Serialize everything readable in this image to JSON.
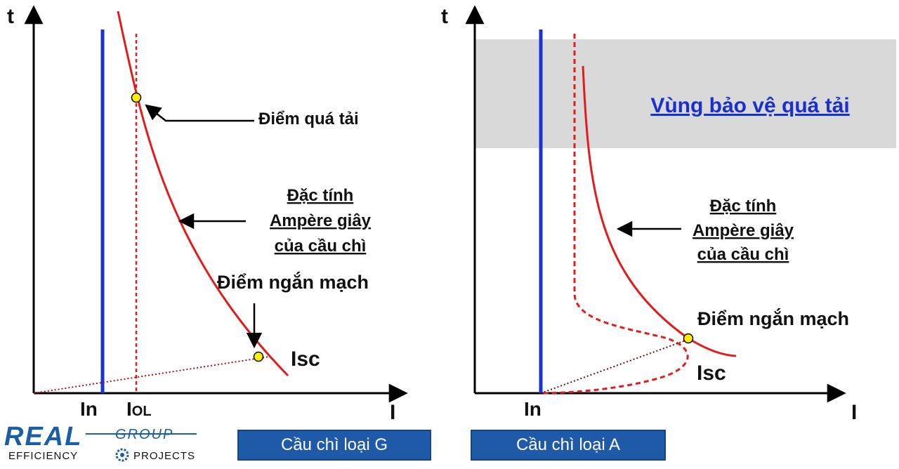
{
  "left": {
    "axis_y": "t",
    "axis_x": "I",
    "tick_in": "In",
    "tick_iol_main": "I",
    "tick_iol_sub": "OL",
    "overload_point": "Điểm quá tải",
    "characteristic": [
      "Đặc tính",
      "Ampère giây",
      "của cầu chì"
    ],
    "short_circuit_point": "Điểm ngắn mạch",
    "isc": "Isc",
    "caption": "Cầu chì loại G"
  },
  "right": {
    "axis_y": "t",
    "axis_x": "I",
    "tick_in": "In",
    "zone": "Vùng bảo vệ quá tải",
    "characteristic": [
      "Đặc tính",
      "Ampère giây",
      "của cầu chì"
    ],
    "short_circuit_point": "Điểm ngắn mạch",
    "isc": "Isc",
    "caption": "Cầu chì loại A"
  },
  "logo": {
    "main": "REAL",
    "group": "GROUP",
    "tagline_left": "EFFICIENCY",
    "tagline_right": "PROJECTS"
  },
  "colors": {
    "curve": "#e31b1b",
    "rated_line": "#1a33d6",
    "zone_fill": "#d9d9d9",
    "zone_text": "#1a2fd0",
    "marker": "#ffee00",
    "button": "#1f5aa8",
    "logo": "#1b5ea6"
  }
}
